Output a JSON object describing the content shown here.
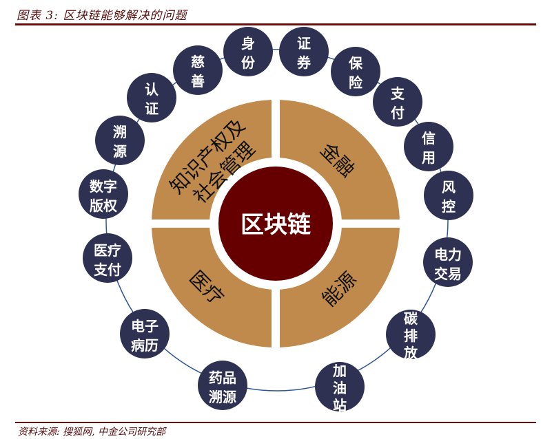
{
  "header": {
    "title": "图表 3:  区块链能够解决的问题"
  },
  "footer": {
    "source": "资料来源:  搜狐网,  中金公司研究部"
  },
  "colors": {
    "rule": "#6b0b0b",
    "center": "#660000",
    "segment": "#c08a4c",
    "node": "#2e3152",
    "connector": "#2f5597",
    "node_text": "#ffffff",
    "segment_text": "#111111"
  },
  "diagram": {
    "center": {
      "label": "区块链"
    },
    "segments": [
      {
        "id": "ip-social",
        "lines": [
          "知识产权及",
          "社会管理"
        ]
      },
      {
        "id": "finance",
        "lines": [
          "金融"
        ]
      },
      {
        "id": "medical",
        "lines": [
          "医疗"
        ]
      },
      {
        "id": "energy",
        "lines": [
          "能源"
        ]
      }
    ],
    "nodes": [
      {
        "lines": [
          "身",
          "份"
        ]
      },
      {
        "lines": [
          "证",
          "券"
        ]
      },
      {
        "lines": [
          "保",
          "险"
        ]
      },
      {
        "lines": [
          "支",
          "付"
        ]
      },
      {
        "lines": [
          "信",
          "用"
        ]
      },
      {
        "lines": [
          "风",
          "控"
        ]
      },
      {
        "lines": [
          "电力",
          "交易"
        ]
      },
      {
        "lines": [
          "碳",
          "排",
          "放"
        ]
      },
      {
        "lines": [
          "加",
          "油",
          "站"
        ]
      },
      {
        "lines": [
          "药品",
          "溯源"
        ]
      },
      {
        "lines": [
          "电子",
          "病历"
        ]
      },
      {
        "lines": [
          "医疗",
          "支付"
        ]
      },
      {
        "lines": [
          "数字",
          "版权"
        ]
      },
      {
        "lines": [
          "溯",
          "源"
        ]
      },
      {
        "lines": [
          "认",
          "证"
        ]
      },
      {
        "lines": [
          "慈",
          "善"
        ]
      }
    ]
  }
}
